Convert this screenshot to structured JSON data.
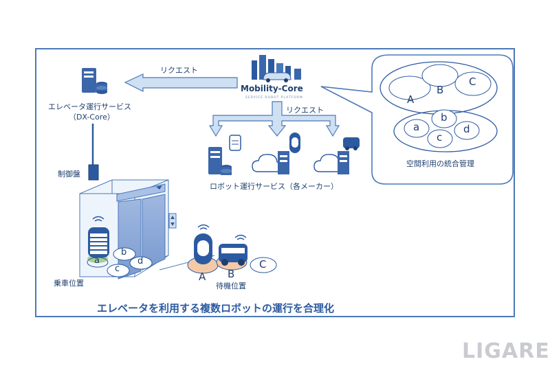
{
  "labels": {
    "request_top": "リクエスト",
    "request_mid": "リクエスト",
    "elevator_service_line1": "エレベータ運行サービス",
    "elevator_service_line2": "（DX-Core）",
    "control_panel": "制御盤",
    "robot_service": "ロボット運行サービス（各メーカー）",
    "space_management": "空間利用の統合管理",
    "boarding_position": "乗車位置",
    "waiting_position": "待機位置",
    "caption": "エレベータを利用する複数ロボットの運行を合理化"
  },
  "logo": {
    "name": "Mobility-Core",
    "tagline": "SERVICE ROBOT PLATFORM"
  },
  "bubble_zones": {
    "upper": [
      "A",
      "B",
      "C"
    ],
    "lower": [
      "a",
      "b",
      "c",
      "d"
    ]
  },
  "elevator_zones": [
    "a",
    "b",
    "c",
    "d"
  ],
  "waiting_zones": [
    "A",
    "B",
    "C"
  ],
  "watermark": "LIGARE",
  "colors": {
    "border": "#4a78b8",
    "accent": "#2c5aa0",
    "dark": "#1f3f6e",
    "fill_light": "#cfe0f3"
  }
}
